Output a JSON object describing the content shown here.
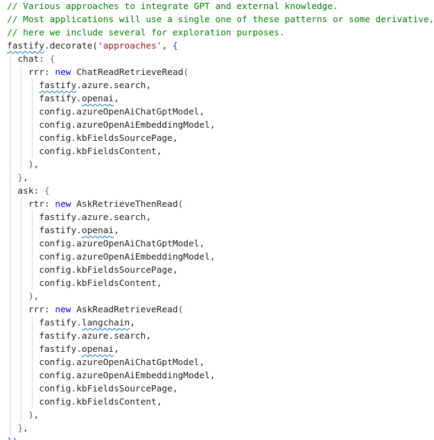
{
  "editor": {
    "colors": {
      "background": "#ffffff",
      "comment": "#008000",
      "keyword": "#0000ff",
      "string": "#a31515",
      "text": "#1f1f1f",
      "brace_level_1": "#0431fa",
      "brace_level_2": "#319331",
      "brace_level_3": "#7b3814",
      "squiggle": "#0070c0"
    },
    "lines": [
      {
        "indent": 0,
        "tokens": [
          {
            "text": "// Various approaches to integrate GPT and external knowledge.",
            "kind": "comment"
          }
        ]
      },
      {
        "indent": 0,
        "tokens": [
          {
            "text": "// Most applications will use a single one of these patterns or some derivative,",
            "kind": "comment"
          }
        ]
      },
      {
        "indent": 0,
        "tokens": [
          {
            "text": "// here we include several for exploration purposes.",
            "kind": "comment"
          }
        ]
      },
      {
        "indent": 0,
        "tokens": [
          {
            "text": "fastify",
            "kind": "default",
            "squiggle": true
          },
          {
            "text": ".decorate(",
            "kind": "default"
          },
          {
            "text": "'approaches'",
            "kind": "string"
          },
          {
            "text": ", ",
            "kind": "default"
          },
          {
            "text": "{",
            "kind": "brace-1"
          }
        ]
      },
      {
        "indent": 1,
        "tokens": [
          {
            "text": "chat: ",
            "kind": "default"
          },
          {
            "text": "{",
            "kind": "brace-2"
          }
        ]
      },
      {
        "indent": 2,
        "tokens": [
          {
            "text": "rrr: ",
            "kind": "default"
          },
          {
            "text": "new",
            "kind": "keyword"
          },
          {
            "text": " ChatReadRetrieveRead",
            "kind": "default"
          },
          {
            "text": "(",
            "kind": "brace-3"
          }
        ]
      },
      {
        "indent": 3,
        "tokens": [
          {
            "text": "fastify",
            "kind": "default",
            "squiggle": true
          },
          {
            "text": ".azure.search,",
            "kind": "default"
          }
        ]
      },
      {
        "indent": 3,
        "tokens": [
          {
            "text": "fastify.",
            "kind": "default"
          },
          {
            "text": "openai",
            "kind": "default",
            "squiggle": true
          },
          {
            "text": ",",
            "kind": "default"
          }
        ]
      },
      {
        "indent": 3,
        "tokens": [
          {
            "text": "config.azureOpenAiChatGptModel,",
            "kind": "default"
          }
        ]
      },
      {
        "indent": 3,
        "tokens": [
          {
            "text": "config.azureOpenAiEmbeddingModel,",
            "kind": "default"
          }
        ]
      },
      {
        "indent": 3,
        "tokens": [
          {
            "text": "config.kbFieldsSourcePage,",
            "kind": "default"
          }
        ]
      },
      {
        "indent": 3,
        "tokens": [
          {
            "text": "config.kbFieldsContent,",
            "kind": "default"
          }
        ]
      },
      {
        "indent": 2,
        "tokens": [
          {
            "text": ")",
            "kind": "brace-3"
          },
          {
            "text": ",",
            "kind": "default"
          }
        ]
      },
      {
        "indent": 1,
        "tokens": [
          {
            "text": "}",
            "kind": "brace-2"
          },
          {
            "text": ",",
            "kind": "default"
          }
        ]
      },
      {
        "indent": 1,
        "tokens": [
          {
            "text": "ask: ",
            "kind": "default"
          },
          {
            "text": "{",
            "kind": "brace-2"
          }
        ]
      },
      {
        "indent": 2,
        "tokens": [
          {
            "text": "rtr: ",
            "kind": "default"
          },
          {
            "text": "new",
            "kind": "keyword"
          },
          {
            "text": " AskRetrieveThenRead",
            "kind": "default"
          },
          {
            "text": "(",
            "kind": "brace-3"
          }
        ]
      },
      {
        "indent": 3,
        "tokens": [
          {
            "text": "fastify.azure.search,",
            "kind": "default"
          }
        ]
      },
      {
        "indent": 3,
        "tokens": [
          {
            "text": "fastify.",
            "kind": "default"
          },
          {
            "text": "openai",
            "kind": "default",
            "squiggle": true
          },
          {
            "text": ",",
            "kind": "default"
          }
        ]
      },
      {
        "indent": 3,
        "tokens": [
          {
            "text": "config.azureOpenAiChatGptModel,",
            "kind": "default"
          }
        ]
      },
      {
        "indent": 3,
        "tokens": [
          {
            "text": "config.azureOpenAiEmbeddingModel,",
            "kind": "default"
          }
        ]
      },
      {
        "indent": 3,
        "tokens": [
          {
            "text": "config.kbFieldsSourcePage,",
            "kind": "default"
          }
        ]
      },
      {
        "indent": 3,
        "tokens": [
          {
            "text": "config.kbFieldsContent,",
            "kind": "default"
          }
        ]
      },
      {
        "indent": 2,
        "tokens": [
          {
            "text": ")",
            "kind": "brace-3"
          },
          {
            "text": ",",
            "kind": "default"
          }
        ]
      },
      {
        "indent": 2,
        "tokens": [
          {
            "text": "rrr: ",
            "kind": "default"
          },
          {
            "text": "new",
            "kind": "keyword"
          },
          {
            "text": " AskReadRetrieveRead",
            "kind": "default"
          },
          {
            "text": "(",
            "kind": "brace-3"
          }
        ]
      },
      {
        "indent": 3,
        "tokens": [
          {
            "text": "fastify.",
            "kind": "default"
          },
          {
            "text": "langchain",
            "kind": "default",
            "squiggle": true
          },
          {
            "text": ",",
            "kind": "default"
          }
        ]
      },
      {
        "indent": 3,
        "tokens": [
          {
            "text": "fastify.azure.search,",
            "kind": "default"
          }
        ]
      },
      {
        "indent": 3,
        "tokens": [
          {
            "text": "fastify.",
            "kind": "default"
          },
          {
            "text": "openai",
            "kind": "default",
            "squiggle": true
          },
          {
            "text": ",",
            "kind": "default"
          }
        ]
      },
      {
        "indent": 3,
        "tokens": [
          {
            "text": "config.azureOpenAiChatGptModel,",
            "kind": "default"
          }
        ]
      },
      {
        "indent": 3,
        "tokens": [
          {
            "text": "config.azureOpenAiEmbeddingModel,",
            "kind": "default"
          }
        ]
      },
      {
        "indent": 3,
        "tokens": [
          {
            "text": "config.kbFieldsSourcePage,",
            "kind": "default"
          }
        ]
      },
      {
        "indent": 3,
        "tokens": [
          {
            "text": "config.kbFieldsContent,",
            "kind": "default"
          }
        ]
      },
      {
        "indent": 2,
        "tokens": [
          {
            "text": ")",
            "kind": "brace-3"
          },
          {
            "text": ",",
            "kind": "default"
          }
        ]
      },
      {
        "indent": 1,
        "tokens": [
          {
            "text": "}",
            "kind": "brace-2"
          },
          {
            "text": ",",
            "kind": "default"
          }
        ]
      },
      {
        "indent": 0,
        "tokens": [
          {
            "text": "})",
            "kind": "brace-1"
          }
        ]
      }
    ]
  }
}
